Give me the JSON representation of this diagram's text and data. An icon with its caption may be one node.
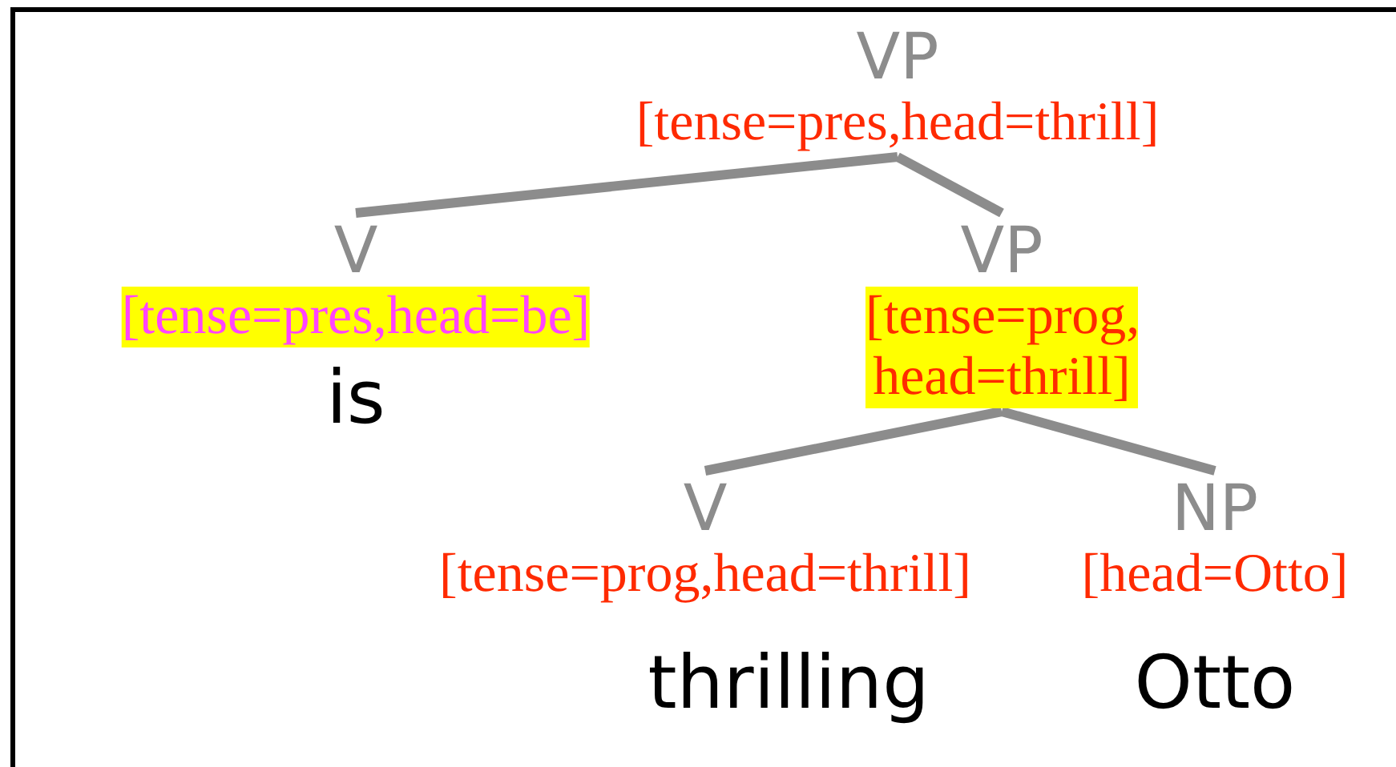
{
  "diagram": {
    "nodes": [
      {
        "text": [
          "VP",
          "[tense=pres,head=thrill]"
        ]
      },
      {
        "text": [
          "V",
          "[tense=pres,head=be]"
        ]
      },
      {
        "text": [
          "VP",
          "[tense=prog, head=thrill]"
        ]
      },
      {
        "text": [
          "V",
          "[tense=prog,head=thrill]"
        ]
      },
      {
        "text": [
          "NP",
          "[head=Otto]"
        ]
      }
    ],
    "edges": [
      {
        "from": 0,
        "to": 1,
        "arrow": "none"
      },
      {
        "from": 0,
        "to": 2,
        "arrow": "none"
      },
      {
        "from": 2,
        "to": 3,
        "arrow": "none"
      },
      {
        "from": 2,
        "to": 4,
        "arrow": "none"
      }
    ],
    "labels": [
      "is",
      "thrilling",
      "Otto"
    ]
  }
}
